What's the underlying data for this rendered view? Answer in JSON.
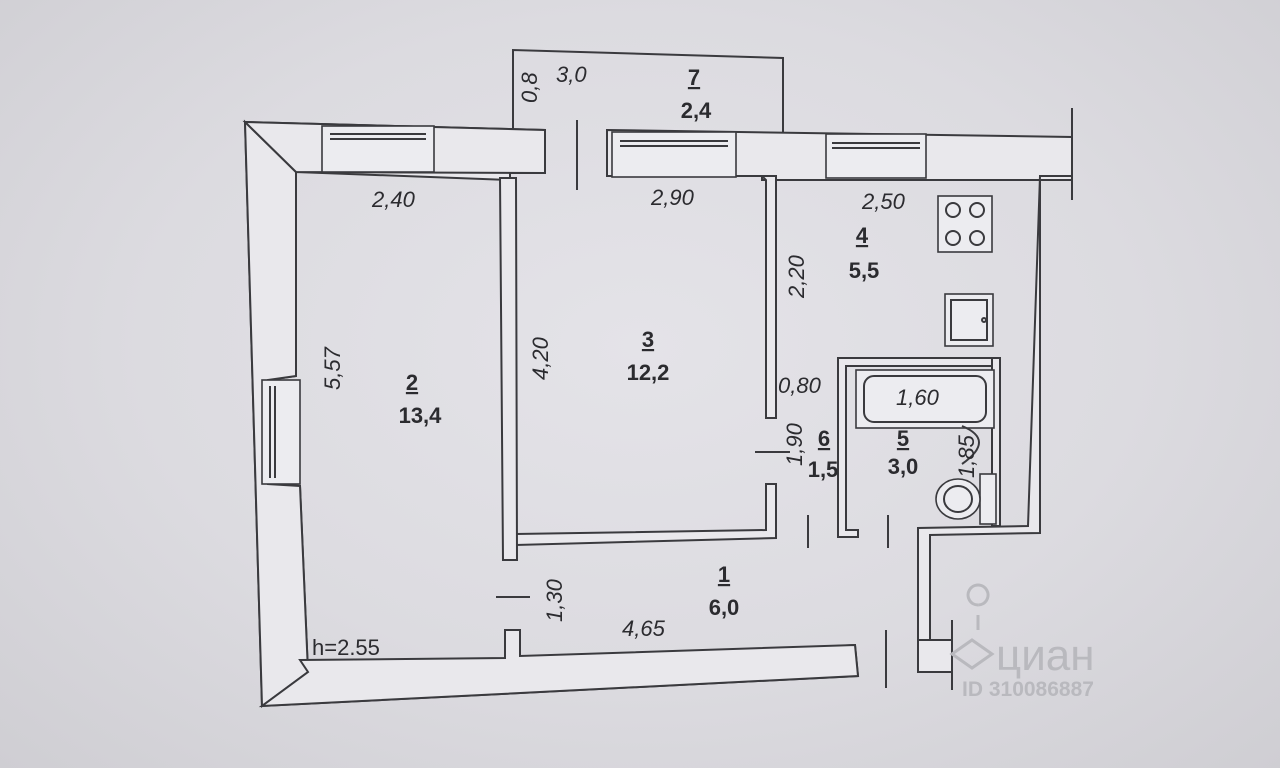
{
  "rooms": [
    {
      "number": "1",
      "area": "6,0"
    },
    {
      "number": "2",
      "area": "13,4"
    },
    {
      "number": "3",
      "area": "12,2"
    },
    {
      "number": "4",
      "area": "5,5"
    },
    {
      "number": "5",
      "area": "3,0"
    },
    {
      "number": "6",
      "area": "1,5"
    },
    {
      "number": "7",
      "area": "2,4"
    }
  ],
  "dimensions": {
    "balcony_depth": "0,8",
    "balcony_width": "3,0",
    "room2_width": "2,40",
    "room2_length": "5,57",
    "room3_width": "2,90",
    "room3_length": "4,20",
    "kitchen_width": "2,50",
    "kitchen_length": "2,20",
    "closet_width": "0,80",
    "closet_length": "1,90",
    "bath_width": "1,60",
    "bath_length": "1,85",
    "hall_width": "1,30",
    "hall_length": "4,65"
  },
  "ceiling_height": "h=2.55",
  "watermark": {
    "brand": "циан",
    "listing_id": "ID 310086887"
  }
}
